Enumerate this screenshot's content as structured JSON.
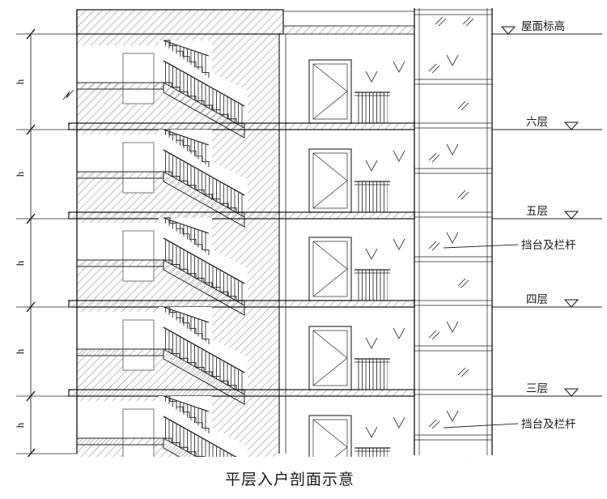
{
  "title": "平层入户剖面示意",
  "elevation_markers": {
    "roof": "屋面标高",
    "floor6": "六层",
    "floor5": "五层",
    "floor4": "四层",
    "floor3": "三层"
  },
  "annotations": {
    "parapet_upper": "挡台及栏杆",
    "parapet_lower": "挡台及栏杆"
  },
  "dimension_labels": {
    "story_height": "h"
  },
  "colors": {
    "line": "#1a1a1a",
    "background": "#ffffff"
  }
}
